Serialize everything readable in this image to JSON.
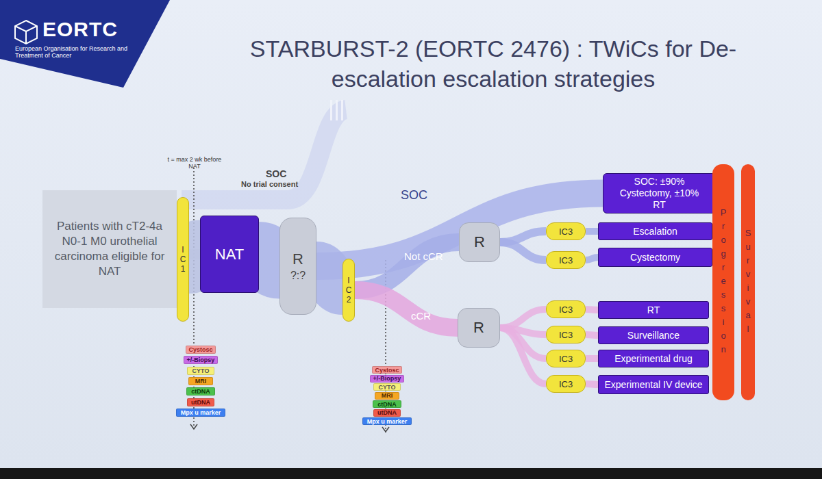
{
  "diagram": {
    "title": "STARBURST-2 (EORTC 2476) : TWiCs for De-escalation escalation strategies",
    "nodes": [
      {
        "text": [
          "Patients with cT2-4a N0-1 M0 urothelial carcinoma eligible for NAT"
        ]
      },
      {
        "text": [
          "IC1"
        ]
      },
      {
        "text": [
          "NAT"
        ]
      },
      {
        "text": [
          "R",
          "?:?"
        ]
      },
      {
        "text": [
          "IC2"
        ]
      },
      {
        "text": [
          "R"
        ]
      },
      {
        "text": [
          "R"
        ]
      },
      {
        "text": [
          "IC3"
        ]
      },
      {
        "text": [
          "IC3"
        ]
      },
      {
        "text": [
          "IC3"
        ]
      },
      {
        "text": [
          "IC3"
        ]
      },
      {
        "text": [
          "IC3"
        ]
      },
      {
        "text": [
          "IC3"
        ]
      },
      {
        "text": [
          "SOC: ±90% Cystectomy, ±10% RT"
        ]
      },
      {
        "text": [
          "Escalation"
        ]
      },
      {
        "text": [
          "Cystectomy"
        ]
      },
      {
        "text": [
          "RT"
        ]
      },
      {
        "text": [
          "Surveillance"
        ]
      },
      {
        "text": [
          "Experimental drug"
        ]
      },
      {
        "text": [
          "Experimental IV device"
        ]
      },
      {
        "text": [
          "Progression"
        ]
      },
      {
        "text": [
          "Survival"
        ]
      },
      {
        "text": [
          "Cystosc"
        ]
      },
      {
        "text": [
          "+/-Biopsy"
        ]
      },
      {
        "text": [
          "CYTO"
        ]
      },
      {
        "text": [
          "MRI"
        ]
      },
      {
        "text": [
          "ctDNA"
        ]
      },
      {
        "text": [
          "utDNA"
        ]
      },
      {
        "text": [
          "Mpx u marker"
        ]
      },
      {
        "text": [
          "Cystosc"
        ]
      },
      {
        "text": [
          "+/-Biopsy"
        ]
      },
      {
        "text": [
          "CYTO"
        ]
      },
      {
        "text": [
          "MRI"
        ]
      },
      {
        "text": [
          "ctDNA"
        ]
      },
      {
        "text": [
          "utDNA"
        ]
      },
      {
        "text": [
          "Mpx u marker"
        ]
      }
    ],
    "edges": [
      {
        "from": 0,
        "to": 1,
        "arrow": "none"
      },
      {
        "from": 1,
        "to": 2,
        "arrow": "none"
      },
      {
        "from": 2,
        "to": 3,
        "arrow": "none"
      },
      {
        "from": 3,
        "to": 13,
        "label": "SOC",
        "arrow": "none"
      },
      {
        "from": 3,
        "to": 4,
        "arrow": "none"
      },
      {
        "from": 4,
        "to": 5,
        "label": "Not cCR",
        "arrow": "none"
      },
      {
        "from": 4,
        "to": 6,
        "label": "cCR",
        "arrow": "none"
      },
      {
        "from": 5,
        "to": 7,
        "arrow": "none"
      },
      {
        "from": 5,
        "to": 8,
        "arrow": "none"
      },
      {
        "from": 6,
        "to": 9,
        "arrow": "none"
      },
      {
        "from": 6,
        "to": 10,
        "arrow": "none"
      },
      {
        "from": 6,
        "to": 11,
        "arrow": "none"
      },
      {
        "from": 6,
        "to": 12,
        "arrow": "none"
      },
      {
        "from": 7,
        "to": 14,
        "arrow": "none"
      },
      {
        "from": 8,
        "to": 15,
        "arrow": "none"
      },
      {
        "from": 9,
        "to": 16,
        "arrow": "none"
      },
      {
        "from": 10,
        "to": 17,
        "arrow": "none"
      },
      {
        "from": 11,
        "to": 18,
        "arrow": "none"
      },
      {
        "from": 12,
        "to": 19,
        "arrow": "none"
      }
    ],
    "labels": [
      "EORTC",
      "European Organisation for Research and Treatment of Cancer",
      "t = max 2 wk before NAT",
      "SOC",
      "No trial consent"
    ]
  }
}
